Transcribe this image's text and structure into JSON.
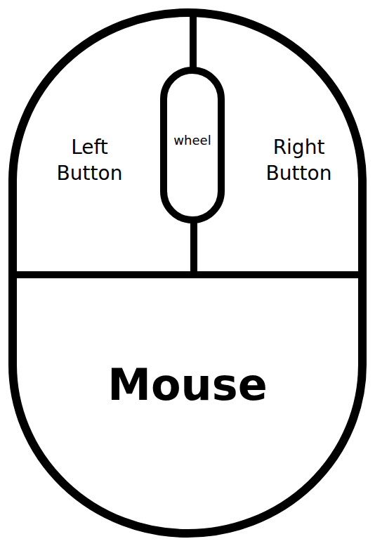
{
  "diagram": {
    "nodes": [
      {
        "text": [
          "Mouse"
        ]
      },
      {
        "text": [
          "Left Button"
        ],
        "in": 0
      },
      {
        "text": [
          "wheel"
        ],
        "in": 0
      },
      {
        "text": [
          "Right Button"
        ],
        "in": 0
      }
    ]
  }
}
